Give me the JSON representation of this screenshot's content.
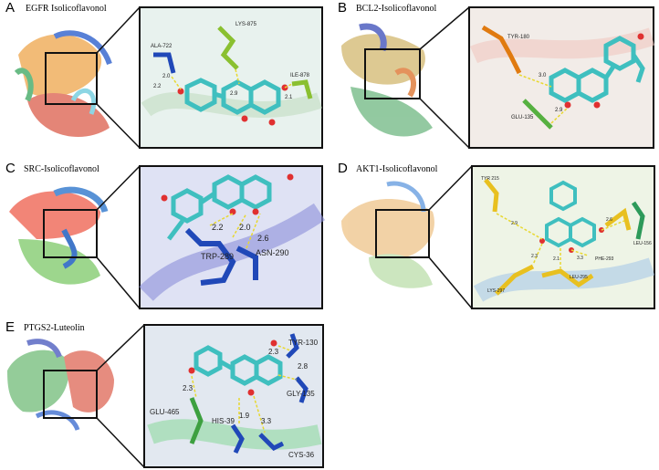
{
  "panels": [
    {
      "letter": "A",
      "title": "EGFR  Isolicoflavonol",
      "residues": [
        "ALA-722",
        "LYS-875",
        "ILE-878"
      ],
      "distances": [
        "2.0",
        "2.2",
        "2.9",
        "2.1"
      ]
    },
    {
      "letter": "B",
      "title": "BCL2-Isolicoflavonol",
      "residues": [
        "TYR-180",
        "GLU-135"
      ],
      "distances": [
        "3.0",
        "2.9"
      ]
    },
    {
      "letter": "C",
      "title": "SRC-Isolicoflavonol",
      "residues": [
        "TRP-289",
        "ASN-290"
      ],
      "distances": [
        "2.2",
        "2.0",
        "2.6"
      ]
    },
    {
      "letter": "D",
      "title": "AKT1-Isolicoflavonol",
      "residues": [
        "TYR 215",
        "LEU-156",
        "PHE-293",
        "LEU-295",
        "LYS-297"
      ],
      "distances": [
        "2.9",
        "2.6",
        "2.3",
        "2.1",
        "3.3"
      ]
    },
    {
      "letter": "E",
      "title": "PTGS2-Luteolin",
      "residues": [
        "TYR-130",
        "GLY-135",
        "GLU-465",
        "HIS-39",
        "CYS-36"
      ],
      "distances": [
        "2.3",
        "2.8",
        "2.3",
        "1.9",
        "3.3"
      ]
    }
  ],
  "colors": {
    "ligand": "#3fbfbf",
    "oxygen": "#e03030",
    "hbond": "#e8d830",
    "residue_blue": "#2048b8",
    "residue_green": "#8ac030",
    "residue_orange": "#e07a10",
    "residue_yellow": "#e8c020",
    "frame": "#111111"
  }
}
